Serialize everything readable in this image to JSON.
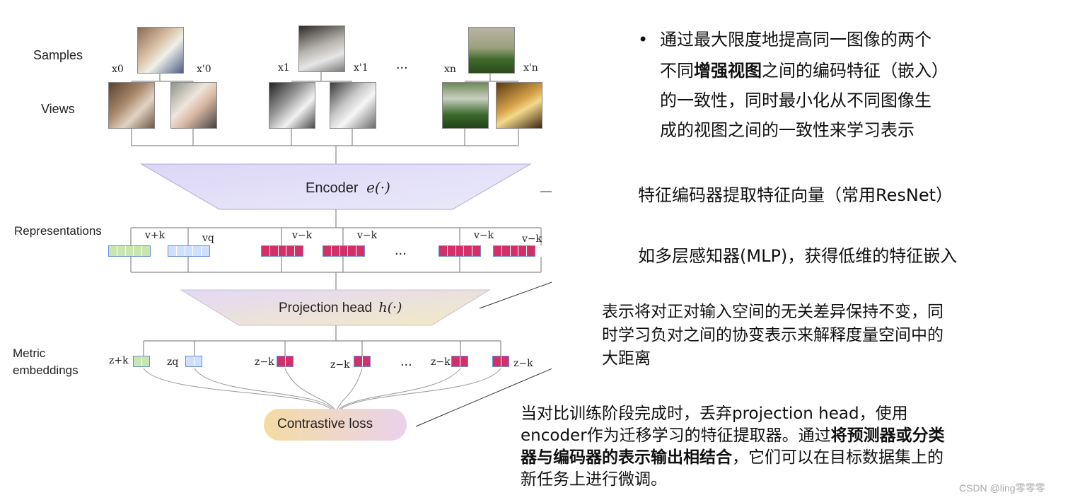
{
  "diagram": {
    "row_labels": {
      "samples": "Samples",
      "views": "Views",
      "representations": "Representations",
      "metric_line1": "Metric",
      "metric_line2": "embeddings"
    },
    "ellipsis": "...",
    "encoder_label": "Encoder",
    "encoder_fn": "e(·)",
    "projection_label": "Projection head",
    "projection_fn": "h(·)",
    "loss_label": "Contrastive loss",
    "sample_symbols": [
      "x0",
      "x'0",
      "x1",
      "x'1",
      "xn",
      "x'n"
    ],
    "representation_symbols": [
      "v+k",
      "vq",
      "v−k",
      "v−k",
      "v−k",
      "v−k"
    ],
    "metric_symbols": [
      "z+k",
      "zq",
      "z−k",
      "z−k",
      "z−k",
      "z−k"
    ],
    "colors": {
      "positive": "#c9e5b0",
      "query": "#cfe0ff",
      "negative": "#d3306a",
      "trapezoid_top": "#dcd6f7",
      "trapezoid_bottom": "#f4e9c4",
      "loss_left": "#f3dca2",
      "loss_right": "#ead2ec"
    }
  },
  "annotations": {
    "top_bullet": "•",
    "top_line1": "通过最大限度地提高同一图像的两个",
    "top_line2_pre": "不同",
    "top_line2_bold": "增强视图",
    "top_line2_post": "之间的编码特征（嵌入）",
    "top_line3": "的一致性，同时最小化从不同图像生",
    "top_line4": "成的视图之间的一致性来学习表示",
    "encoder_note": "特征编码器提取特征向量（常用ResNet）",
    "projection_note": "如多层感知器(MLP)，获得低维的特征嵌入",
    "metric_line1": "表示将对正对输入空间的无关差异保持不变，同",
    "metric_line2": "时学习负对之间的协变表示来解释度量空间中的",
    "metric_line3": "大距离",
    "bottom_line1": "当对比训练阶段完成时，丢弃projection head，使用",
    "bottom_line2_pre": "encoder作为迁移学习的特征提取器。通过",
    "bottom_line2_bold": "将预测器或分类",
    "bottom_line3_bold": "器与编码器的表示输出相结合",
    "bottom_line3_post": "，它们可以在目标数据集上的",
    "bottom_line4": "新任务上进行微调。"
  },
  "watermark": "CSDN @ling零零零"
}
